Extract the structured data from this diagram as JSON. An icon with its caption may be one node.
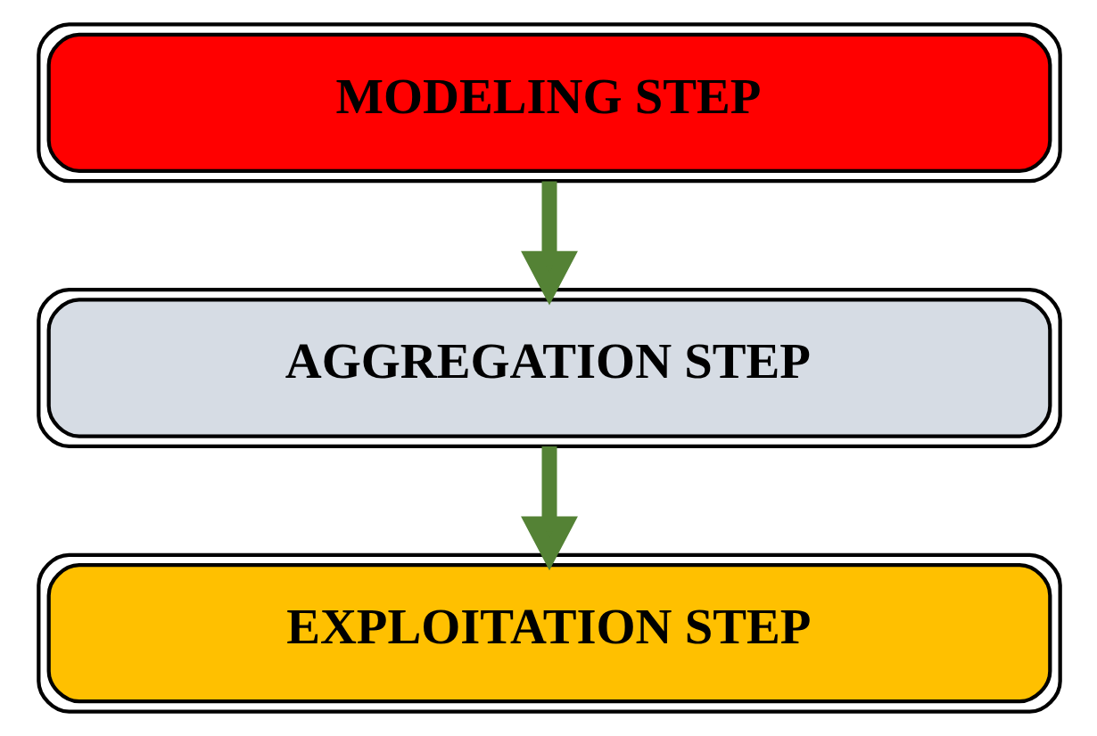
{
  "diagram": {
    "nodes": [
      {
        "text": [
          "MODELING STEP"
        ]
      },
      {
        "text": [
          "AGGREGATION STEP"
        ]
      },
      {
        "text": [
          "EXPLOITATION STEP"
        ]
      }
    ],
    "edges": [
      {
        "from": 0,
        "to": 1,
        "arrow": "to"
      },
      {
        "from": 1,
        "to": 2,
        "arrow": "to"
      }
    ]
  }
}
